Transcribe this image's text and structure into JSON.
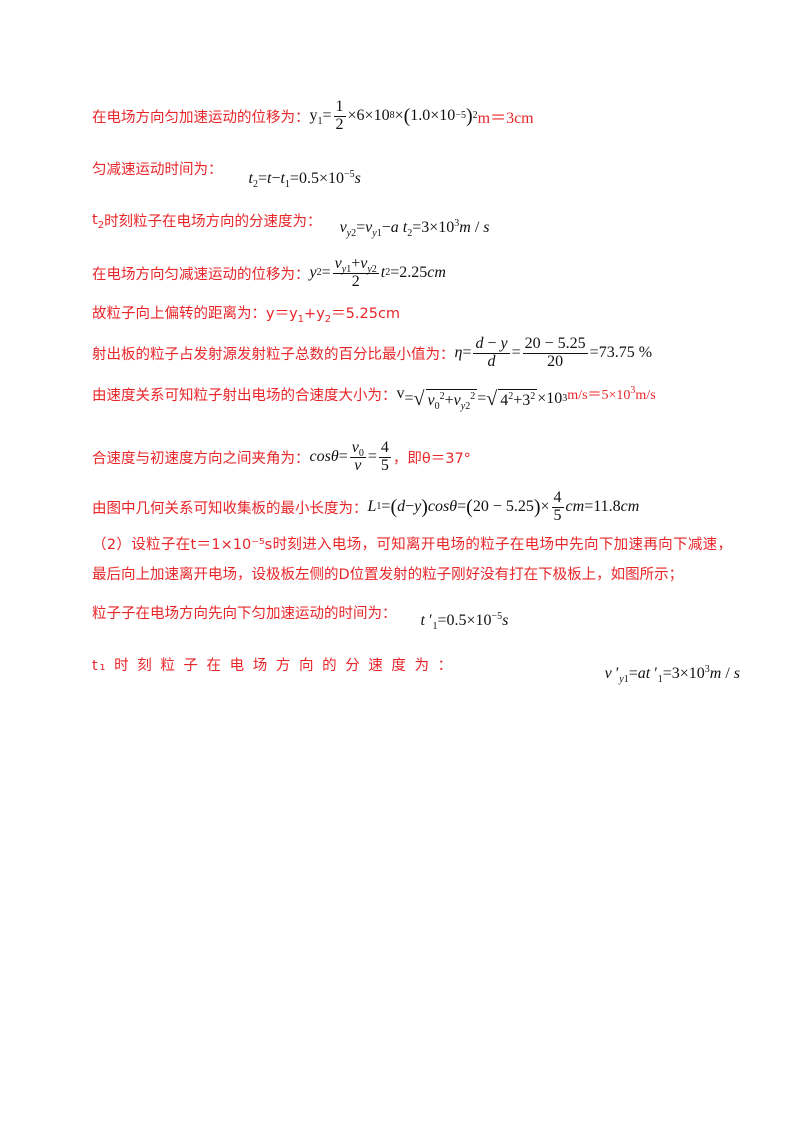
{
  "lines": {
    "l1": {
      "label": "在电场方向匀加速运动的位移为：",
      "prefix": "y"
    },
    "l2": {
      "label": "匀减速运动时间为："
    },
    "l3": {
      "label": "时刻粒子在电场方向的分速度为："
    },
    "l4": {
      "label": "在电场方向匀减速运动的位移为："
    },
    "l5": {
      "label": "故粒子向上偏转的距离为：",
      "expr": "y＝y",
      "mid": "+y",
      "eq": "＝5.25cm"
    },
    "l6": {
      "label": "射出板的粒子占发射源发射粒子总数的百分比最小值为："
    },
    "l7": {
      "label": "由速度关系可知粒子射出电场的合速度大小为：",
      "v": "v",
      "tail": "m/s＝5×10",
      "tail_unit": "m/s"
    },
    "l8": {
      "label": "合速度与初速度方向之间夹角为：",
      "after": "，即θ＝37°"
    },
    "l9": {
      "label": "由图中几何关系可知收集板的最小长度为："
    },
    "p10": {
      "text": "（2）设粒子在t＝1×10⁻⁵s时刻进入电场，可知离开电场的粒子在电场中先向下加速再向下减速，最后向上加速离开电场，设极板左侧的D位置发射的粒子刚好没有打在下极板上，如图所示；"
    },
    "l11": {
      "label": "粒子子在电场方向先向下匀加速运动的时间为："
    },
    "l12": {
      "label": "t₁ 时 刻 粒 子 在 电 场 方 向 的 分 速 度 为 ："
    }
  }
}
